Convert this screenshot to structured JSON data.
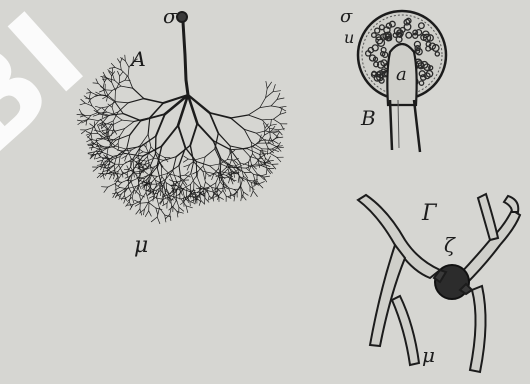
{
  "figure": {
    "background": "#d6d6d2",
    "ink": "#1c1c1c",
    "watermark": {
      "text": "BI",
      "color": "#ffffff"
    },
    "labels": {
      "A": "А",
      "B": "В",
      "G": "Г",
      "sigma_top": "σ",
      "mu_A": "μ",
      "sigma_B": "σ",
      "u_B": "u",
      "a_B": "a",
      "zeta": "ζ",
      "mu_G": "μ"
    },
    "panels": [
      {
        "id": "A",
        "content": "branching mycelium with single stalk"
      },
      {
        "id": "B",
        "content": "sporangium cross-section with columella"
      },
      {
        "id": "G",
        "content": "hyphae joined by zygospore"
      }
    ]
  }
}
